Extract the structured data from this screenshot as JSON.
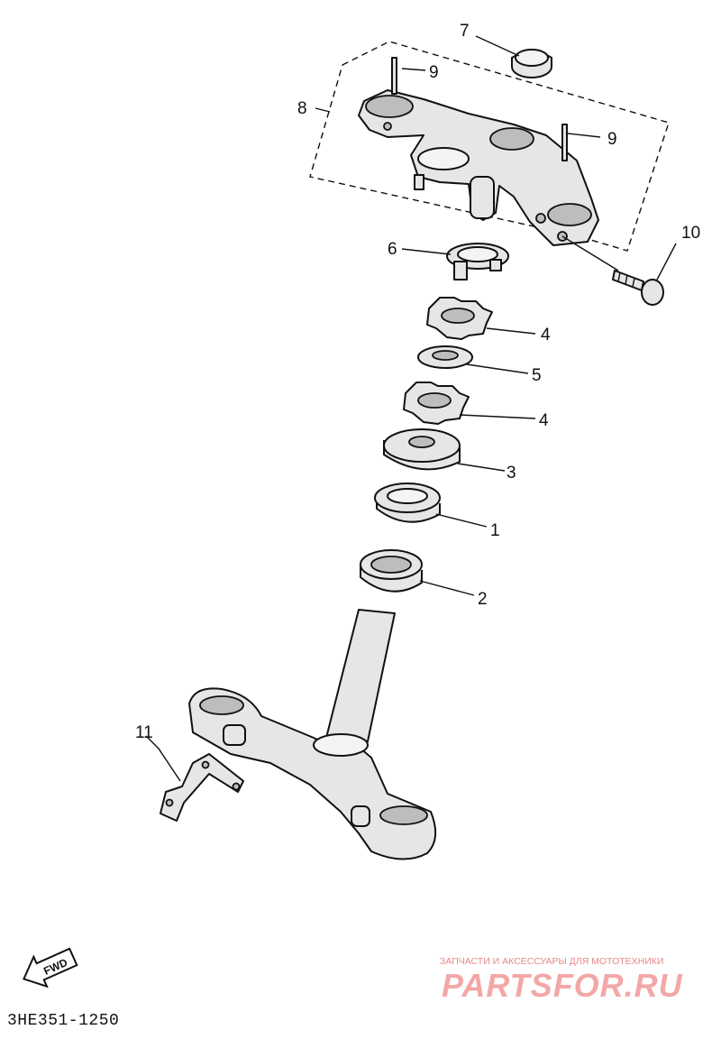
{
  "callouts": {
    "p1": "1",
    "p2": "2",
    "p3": "3",
    "p4a": "4",
    "p4b": "4",
    "p5": "5",
    "p6": "6",
    "p7": "7",
    "p8": "8",
    "p9a": "9",
    "p9b": "9",
    "p10": "10",
    "p11": "11"
  },
  "fwd_label": "FWD",
  "diagram_code": "3HE351-1250",
  "watermark": {
    "tagline": "ЗАПЧАСТИ И АКСЕССУАРЫ ДЛЯ МОТОТЕХНИКИ",
    "brand": "PARTSFOR.RU"
  }
}
